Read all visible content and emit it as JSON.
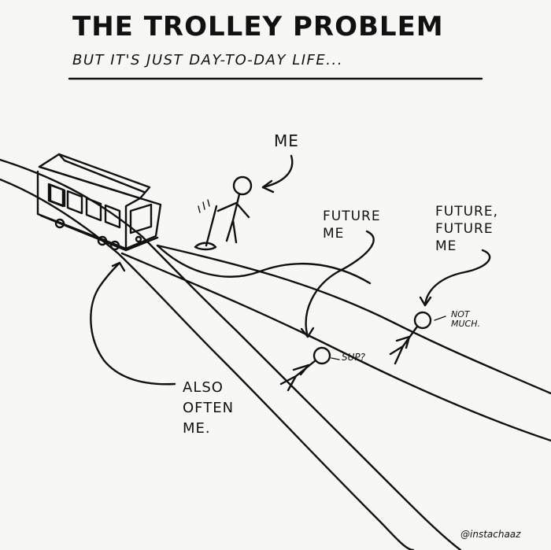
{
  "title": "THE TROLLEY PROBLEM",
  "subtitle": "BUT IT'S JUST DAY-TO-DAY LIFE...",
  "labels": {
    "me": "ME",
    "future_me": "FUTURE\nME",
    "future_future_me": "FUTURE,\nFUTURE\nME",
    "also_often_me": "ALSO\nOFTEN\nME."
  },
  "speech": {
    "sup": "SUP?",
    "not_much": "NOT\nMUCH."
  },
  "credit": "@instachaaz",
  "icons": [
    "trolley",
    "lever",
    "stick-figure-me",
    "stick-figure-future-me",
    "stick-figure-future-future-me",
    "arrow"
  ],
  "colors": {
    "ink": "#111111",
    "paper": "#f7f7f5"
  }
}
